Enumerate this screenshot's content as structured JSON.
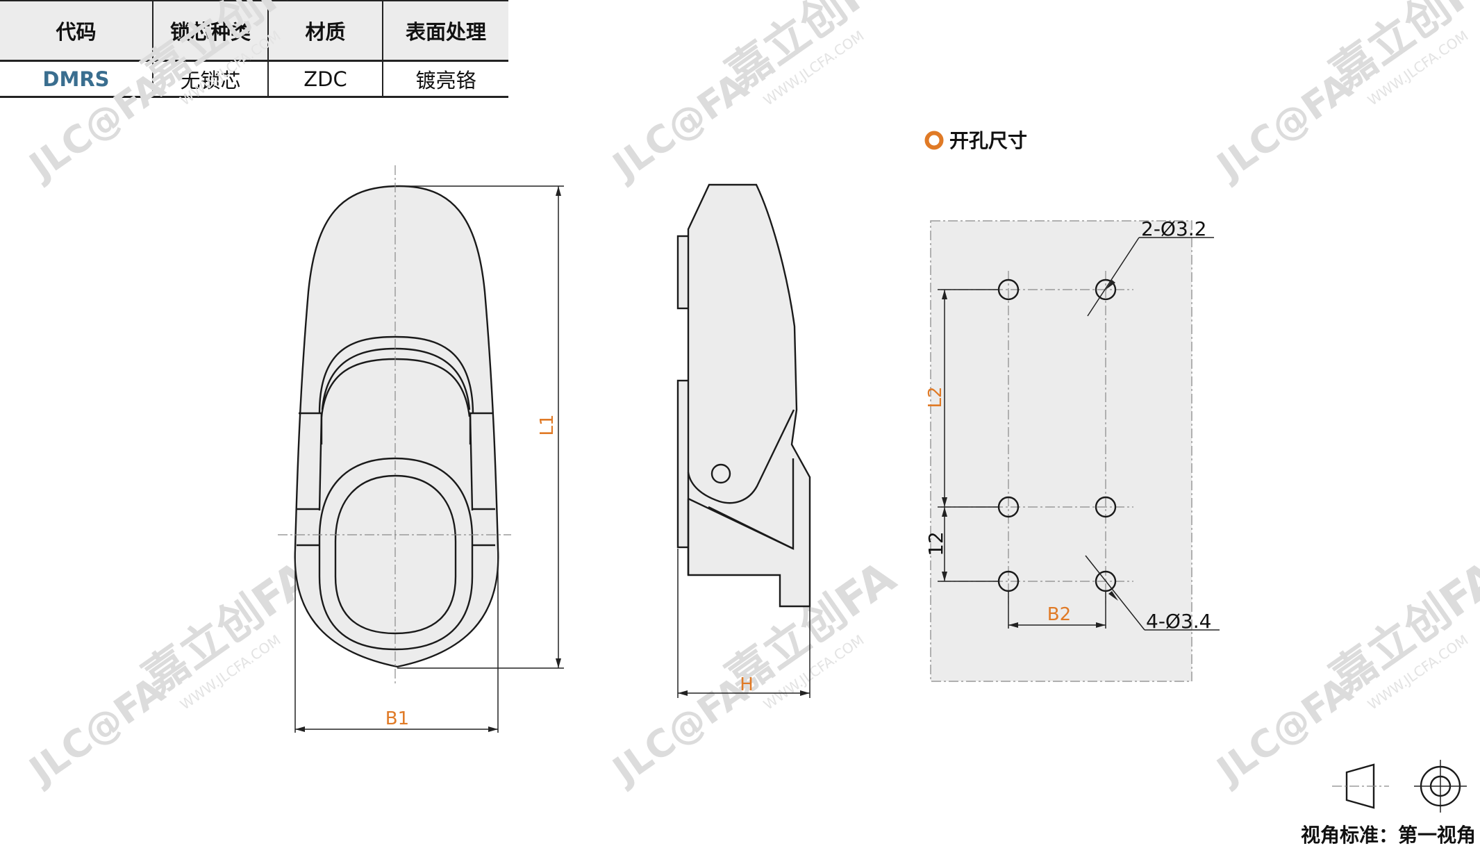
{
  "table": {
    "headers": [
      "代码",
      "锁芯种类",
      "材质",
      "表面处理"
    ],
    "rows": [
      [
        "DMRS",
        "无锁芯",
        "ZDC",
        "镀亮铬"
      ]
    ]
  },
  "drawing": {
    "labels": {
      "l1": "L1",
      "b1": "B1",
      "h": "H",
      "l2": "L2",
      "b2": "B2",
      "dim12": "12",
      "holes_top": "2-Ø3.2",
      "holes_bottom": "4-Ø3.4"
    },
    "cutout_title": "开孔尺寸",
    "projection_label": "视角标准：第一视角"
  },
  "watermark": {
    "logo": "JLC@FA",
    "brand": "嘉立创FA",
    "url": "WWW.JLCFA.COM"
  },
  "colors": {
    "accent": "#e07a26",
    "code_text": "#3a6e8f",
    "part_fill": "#ececec"
  }
}
